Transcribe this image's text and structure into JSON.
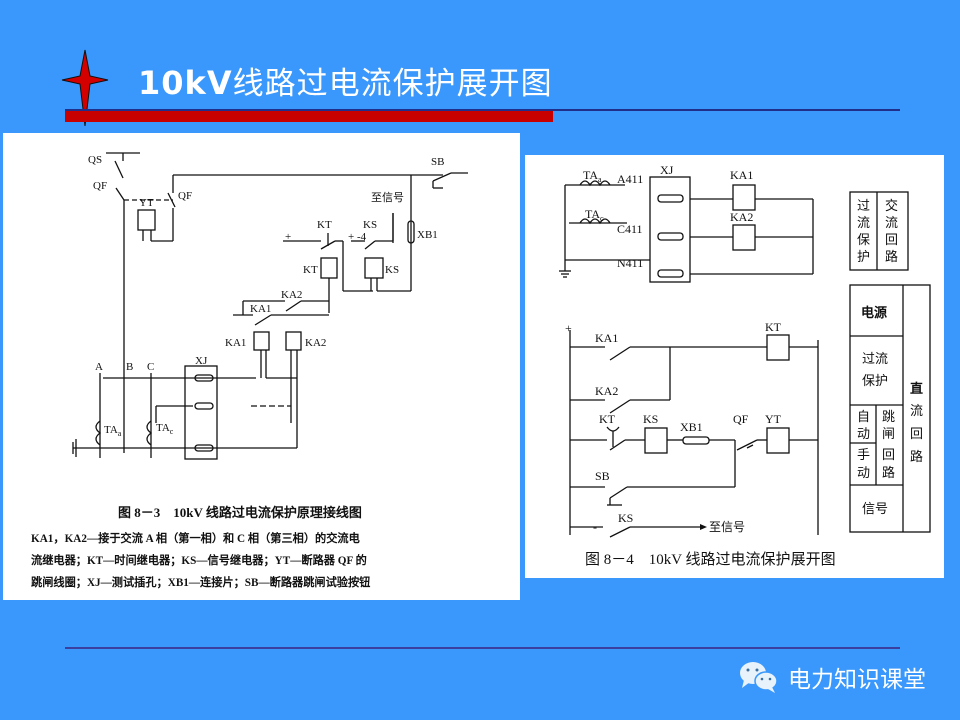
{
  "slide": {
    "title_prefix": "10kV",
    "title_zh": "线路过电流保护展开图",
    "colors": {
      "background": "#3a98fc",
      "accent_red": "#c80000",
      "line_navy": "#1f2f8a",
      "text": "#ffffff"
    }
  },
  "figure_left": {
    "labels": {
      "QS": "QS",
      "QF": "QF",
      "QF2": "QF",
      "YT": "YT",
      "SB": "SB",
      "to_signal": "至信号",
      "KT": "KT",
      "KS": "KS",
      "KS_minus": "+ -4",
      "plus": "+",
      "XB1": "XB1",
      "KT_coil": "KT",
      "KS_coil": "KS",
      "KA2_contact": "KA2",
      "KA1_contact": "KA1",
      "KA1_coil": "KA1",
      "KA2_coil": "KA2",
      "A": "A",
      "B": "B",
      "C": "C",
      "XJ": "XJ",
      "TAa": "TA",
      "TAa_sub": "a",
      "TAc": "TA",
      "TAc_sub": "c"
    },
    "caption_title": "图 8－3　10kV 线路过电流保护原理接线图",
    "caption_lines": [
      "KA1，KA2—接于交流 A 相（第一相）和 C 相（第三相）的交流电",
      "流继电器；KT—时间继电器；KS—信号继电器；YT—断路器 QF 的",
      "跳闸线圈；XJ—测试插孔；XB1—连接片；SB—断路器跳闸试验按钮"
    ]
  },
  "figure_right": {
    "ac_labels": {
      "TAa": "TA",
      "TAa_sub": "a",
      "A411": "A411",
      "TAc": "TA",
      "TAc_sub": "c",
      "C411": "C411",
      "N411": "N411",
      "XJ": "XJ",
      "KA1": "KA1",
      "KA2": "KA2"
    },
    "dc_labels": {
      "plus": "+",
      "KA1": "KA1",
      "KA2": "KA2",
      "KT": "KT",
      "KT_contact": "KT",
      "KS": "KS",
      "XB1": "XB1",
      "QF": "QF",
      "YT": "YT",
      "SB": "SB",
      "minus": "-",
      "KS_contact": "KS",
      "to_signal": "至信号"
    },
    "legend_ac": {
      "col1": [
        "过",
        "流",
        "保",
        "护"
      ],
      "col2": [
        "交",
        "流",
        "回",
        "路"
      ]
    },
    "legend_dc": {
      "power": "电源",
      "overcurrent": [
        "过流",
        "保护"
      ],
      "auto": [
        "自",
        "动"
      ],
      "manual": [
        "手",
        "动"
      ],
      "trip_circuit": [
        "跳",
        "闸",
        "回",
        "路"
      ],
      "signal": "信号",
      "dc_circuit": [
        "直",
        "流",
        "回",
        "路"
      ]
    },
    "caption_title": "图 8－4　10kV 线路过电流保护展开图"
  },
  "watermark": {
    "icon": "wechat-icon",
    "text": "电力知识课堂"
  }
}
